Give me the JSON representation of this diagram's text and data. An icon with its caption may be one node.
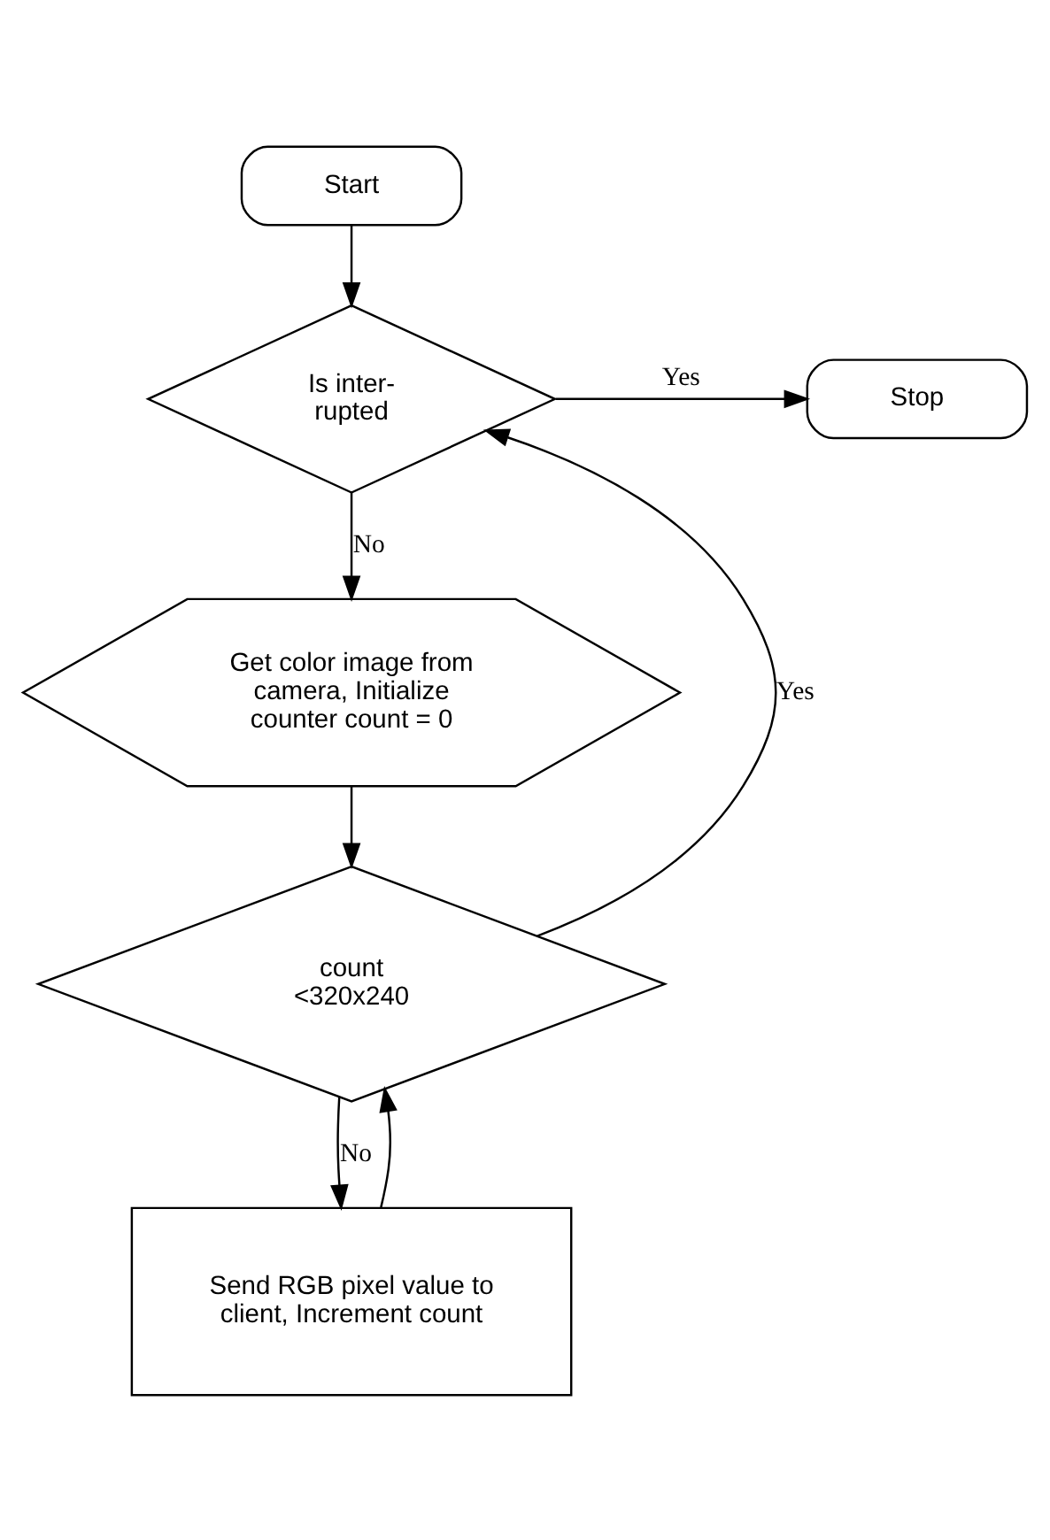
{
  "diagram": {
    "nodes": [
      {
        "text": [
          "Start"
        ]
      },
      {
        "text": [
          "Is inter- rupted"
        ]
      },
      {
        "text": [
          "Stop"
        ]
      },
      {
        "text": [
          "Get color image from camera, Initialize counter count = 0"
        ]
      },
      {
        "text": [
          "count <320x240"
        ]
      },
      {
        "text": [
          "Send RGB pixel value to client, Increment count"
        ]
      }
    ],
    "edges": [
      {
        "from": 0,
        "to": 1,
        "arrow": "to"
      },
      {
        "from": 1,
        "to": 2,
        "arrow": "to",
        "label": "Yes"
      },
      {
        "from": 1,
        "to": 3,
        "arrow": "to",
        "label": "No"
      },
      {
        "from": 3,
        "to": 4,
        "arrow": "to"
      },
      {
        "from": 4,
        "to": 1,
        "arrow": "to",
        "label": "Yes"
      },
      {
        "from": 4,
        "to": 5,
        "arrow": "to",
        "label": "No"
      },
      {
        "from": 5,
        "to": 4,
        "arrow": "to"
      }
    ]
  }
}
